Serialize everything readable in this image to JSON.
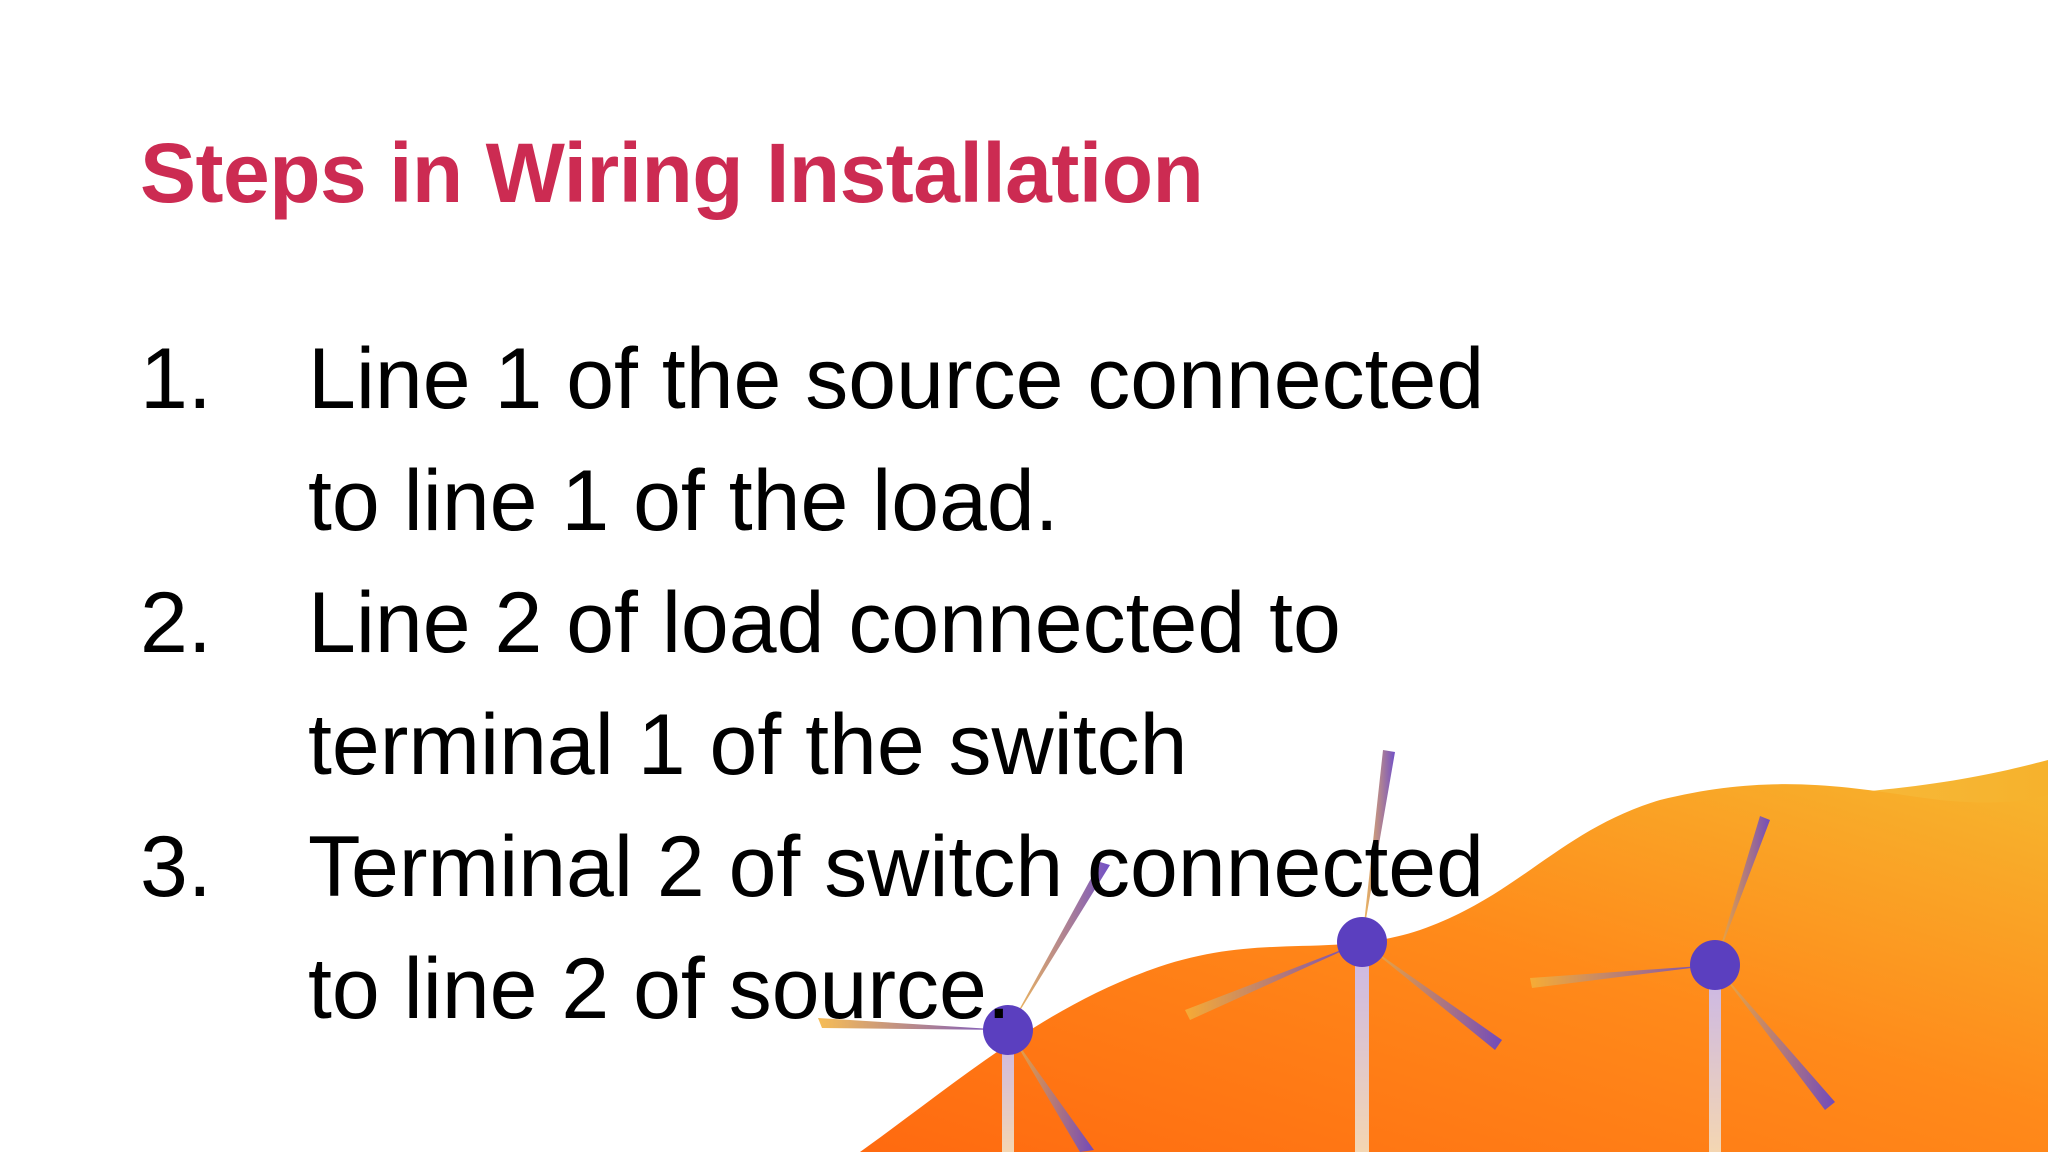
{
  "slide": {
    "title": "Steps in Wiring Installation",
    "steps": [
      {
        "number": "1.",
        "text": "Line 1 of the source connected to line 1 of the load."
      },
      {
        "number": "2.",
        "text": "Line 2 of load connected to terminal 1 of the switch"
      },
      {
        "number": "3.",
        "text": "Terminal 2 of switch connected to line 2 of source."
      }
    ]
  },
  "colors": {
    "title": "#cc2b52",
    "body_text": "#000000",
    "hill_orange": "#ff7a12",
    "hill_yellow": "#f8b634",
    "turbine_hub": "#5b3fbf",
    "turbine_blade": "#f2a93a"
  },
  "decoration": {
    "illustration": "wind-turbines-on-orange-hills"
  }
}
